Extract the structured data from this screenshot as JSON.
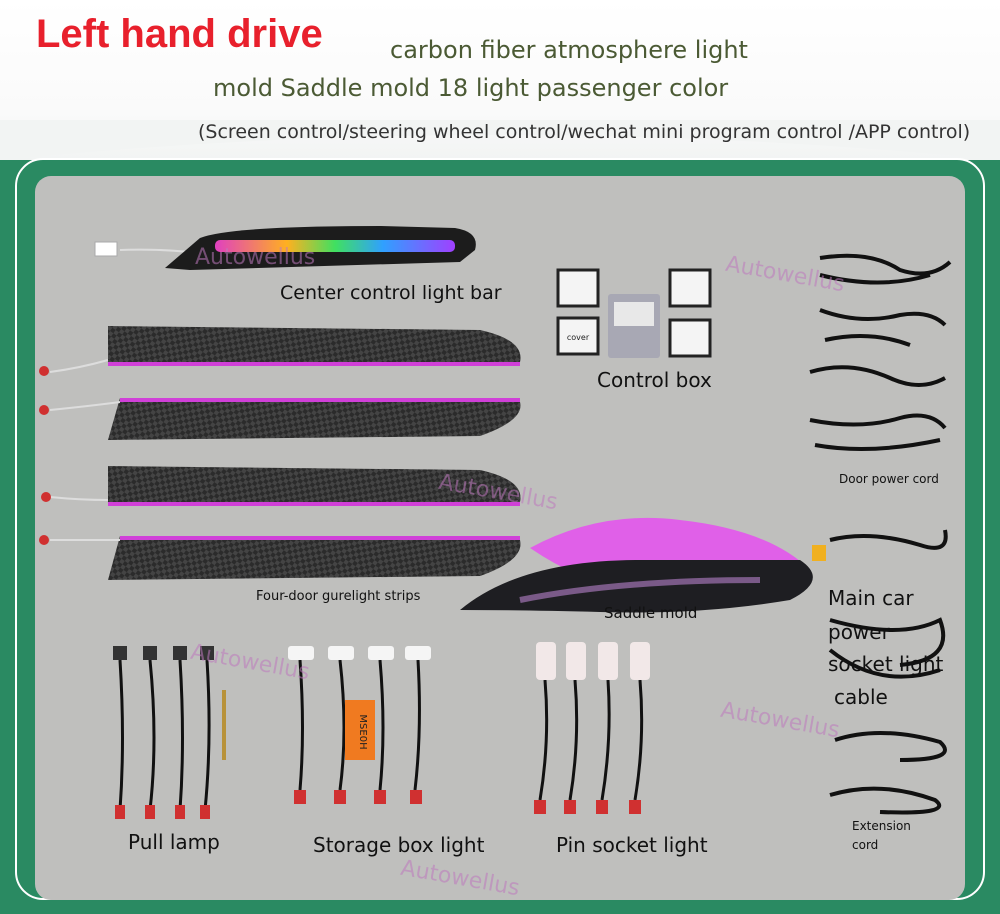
{
  "header": {
    "title_red": "Left hand drive",
    "title_rest": "carbon fiber atmosphere light",
    "subtitle": "mold Saddle mold 18 light passenger color",
    "controls": "(Screen control/steering wheel control/wechat mini program control /APP control)"
  },
  "labels": {
    "center_bar": "Center control light bar",
    "control_box": "Control box",
    "door_power": "Door power cord",
    "four_door": "Four-door gurelight strips",
    "saddle": "Saddle mold",
    "main_power_1": "Main car",
    "main_power_2": "power",
    "main_power_3": "socket light",
    "main_power_4": "cable",
    "pull_lamp": "Pull lamp",
    "storage": "Storage box light",
    "pin_socket": "Pin socket light",
    "extension_1": "Extension",
    "extension_2": "cord"
  },
  "control_box": {
    "module_cover": "cover",
    "main_tag": "MSE0H"
  },
  "watermark": "Autowellus",
  "colors": {
    "title_red": "#e8202c",
    "frame_green": "#2a8a62",
    "glow": "#d040d8"
  }
}
